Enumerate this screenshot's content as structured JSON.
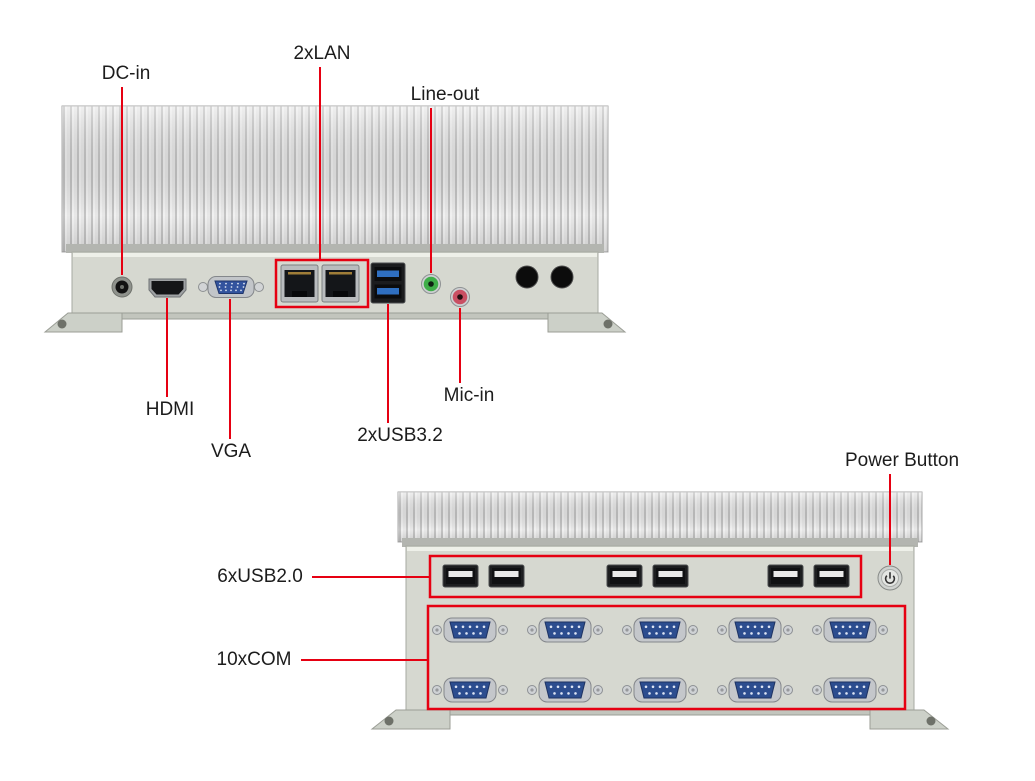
{
  "top_view": {
    "labels": {
      "dc_in": "DC-in",
      "lan": "2xLAN",
      "line_out": "Line-out",
      "hdmi": "HDMI",
      "vga": "VGA",
      "usb32": "2xUSB3.2",
      "mic_in": "Mic-in"
    }
  },
  "bottom_view": {
    "labels": {
      "power_button": "Power Button",
      "usb20": "6xUSB2.0",
      "com": "10xCOM"
    }
  },
  "colors": {
    "callout": "#e60012",
    "panel": "#d6d8d0",
    "vga_blue": "#33539e",
    "usb3_blue": "#2f6fc1",
    "com_blue": "#2c4d8f",
    "line_out_green": "#3fae49",
    "mic_in_pink": "#c94f63"
  }
}
